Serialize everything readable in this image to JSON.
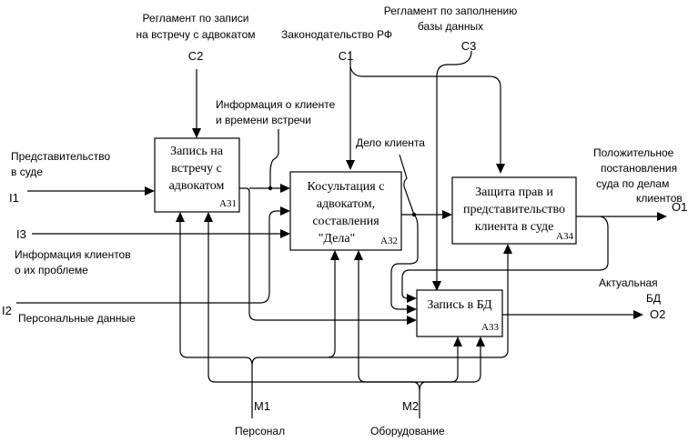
{
  "diagram": {
    "type": "IDEF0",
    "boxes": [
      {
        "id": "A31",
        "lines": [
          "Запись на",
          "встречу с",
          "адвокатом"
        ]
      },
      {
        "id": "A32",
        "lines": [
          "Косультация с",
          "адвокатом,",
          "составления",
          "\"Дела\""
        ]
      },
      {
        "id": "A33",
        "lines": [
          "Запись в БД"
        ]
      },
      {
        "id": "A34",
        "lines": [
          "Защита прав и",
          "представительство",
          "клиента в суде"
        ]
      }
    ],
    "controls": [
      {
        "code": "C2",
        "label": [
          "Регламент по записи",
          "на встречу с адвокатом"
        ]
      },
      {
        "code": "C1",
        "label": [
          "Законодательство РФ"
        ]
      },
      {
        "code": "C3",
        "label": [
          "Регламент по заполнению",
          "базы данных"
        ]
      }
    ],
    "inputs": [
      {
        "code": "I1",
        "label": [
          "Представительство",
          "в суде"
        ]
      },
      {
        "code": "I3",
        "label": [
          "Информация клиентов",
          "о их проблеме"
        ]
      },
      {
        "code": "I2",
        "label": [
          "Персональные данные"
        ]
      }
    ],
    "outputs": [
      {
        "code": "O1",
        "label": [
          "Положительное",
          "постановления",
          "суда по делам",
          "клиентов"
        ]
      },
      {
        "code": "O2",
        "label": [
          "Актуальная",
          "БД"
        ]
      }
    ],
    "mechanisms": [
      {
        "code": "M1",
        "label": [
          "Персонал"
        ]
      },
      {
        "code": "M2",
        "label": [
          "Оборудование"
        ]
      }
    ],
    "internal_arrows": [
      {
        "label": [
          "Информация о клиенте",
          "и времени встречи"
        ]
      },
      {
        "label": [
          "Дело клиента"
        ]
      }
    ]
  }
}
